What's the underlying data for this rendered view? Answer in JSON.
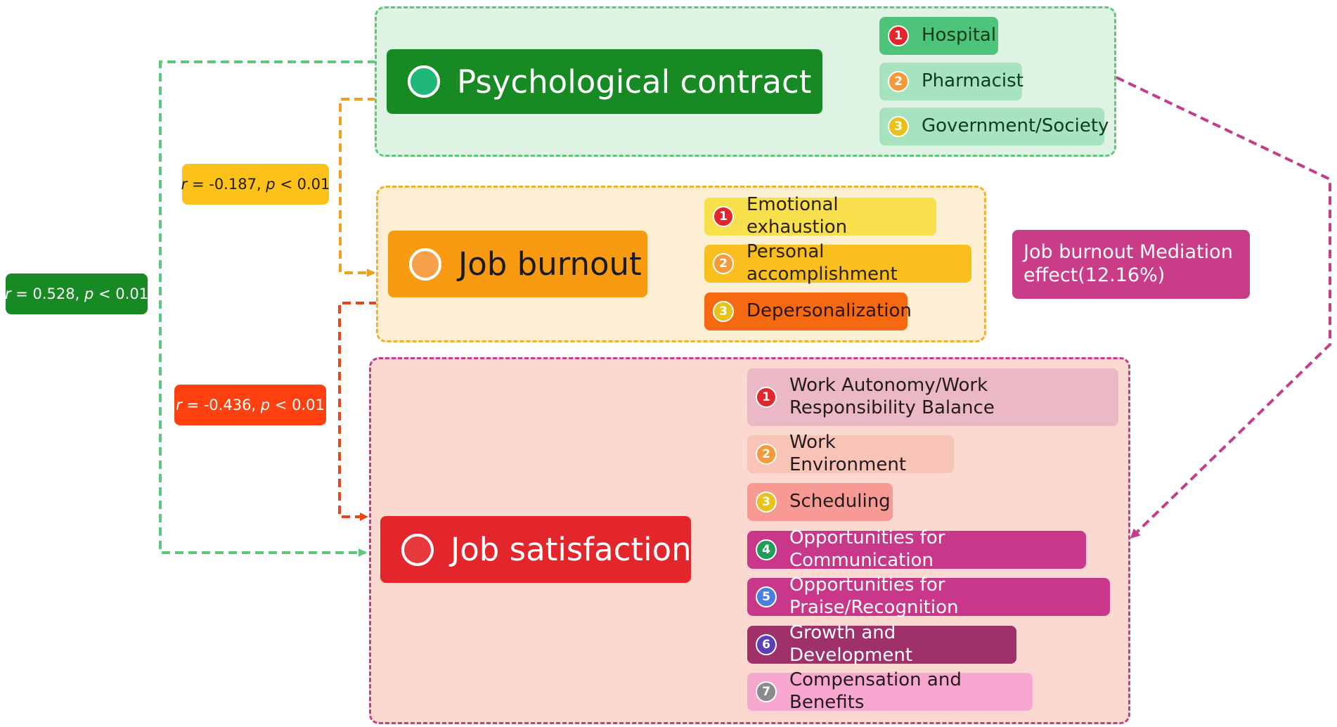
{
  "groups": {
    "psychological_contract": {
      "title": "Psychological contract",
      "items": [
        {
          "num": "1",
          "label": "Hospital"
        },
        {
          "num": "2",
          "label": "Pharmacist"
        },
        {
          "num": "3",
          "label": "Government/Society"
        }
      ]
    },
    "job_burnout": {
      "title": "Job burnout",
      "items": [
        {
          "num": "1",
          "label": "Emotional exhaustion"
        },
        {
          "num": "2",
          "label": "Personal accomplishment"
        },
        {
          "num": "3",
          "label": "Depersonalization"
        }
      ]
    },
    "job_satisfaction": {
      "title": "Job satisfaction",
      "items": [
        {
          "num": "1",
          "label": "Work Autonomy/Work Responsibility Balance"
        },
        {
          "num": "2",
          "label": "Work Environment"
        },
        {
          "num": "3",
          "label": "Scheduling"
        },
        {
          "num": "4",
          "label": "Opportunities for Communication"
        },
        {
          "num": "5",
          "label": "Opportunities for Praise/Recognition"
        },
        {
          "num": "6",
          "label": "Growth and Development"
        },
        {
          "num": "7",
          "label": "Compensation and Benefits"
        }
      ]
    }
  },
  "stats": {
    "pc_js": {
      "r_symbol": "r",
      "r_text": " = 0.528, ",
      "p_symbol": "p",
      "p_text": " < 0.01"
    },
    "pc_jb": {
      "r_symbol": "r",
      "r_text": " = -0.187, ",
      "p_symbol": "p",
      "p_text": " < 0.01"
    },
    "jb_js": {
      "r_symbol": "r",
      "r_text": " = -0.436, ",
      "p_symbol": "p",
      "p_text": " < 0.01"
    }
  },
  "mediation": {
    "label": "Job burnout Mediation effect(12.16%)"
  },
  "colors": {
    "green_dark": "#178a23",
    "green_dash": "#5ec77a",
    "orange": "#f89b12",
    "orange_dash": "#f0a020",
    "red": "#e3262c",
    "red_dash": "#e8451c",
    "magenta": "#c93c88",
    "magenta_dash": "#c43c8a"
  }
}
